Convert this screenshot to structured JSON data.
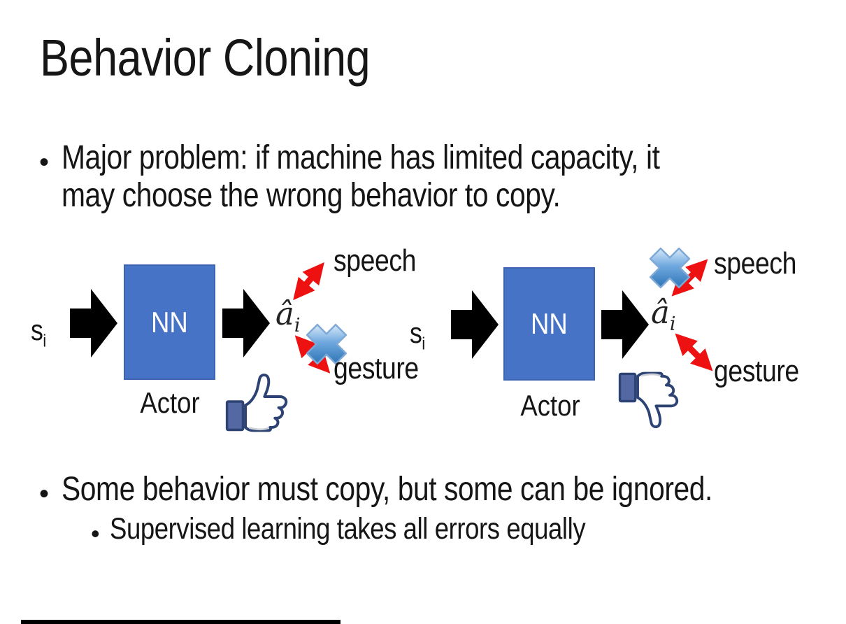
{
  "slide": {
    "title": "Behavior Cloning",
    "bullet_marker": "•",
    "bullets": {
      "b1_line1": "Major problem: if machine has limited capacity, it",
      "b1_line2": "may choose the wrong behavior to copy.",
      "b2": "Some behavior must copy, but some can be ignored.",
      "b3": "Supervised learning takes all errors equally"
    },
    "diagram_left": {
      "input": "s",
      "input_sub": "i",
      "box_label": "NN",
      "output": "â",
      "output_sub": "i",
      "speech_label": "speech",
      "gesture_label": "gesture",
      "actor_label": "Actor",
      "crossed_out": "gesture",
      "feedback_icon": "thumbs-up-icon"
    },
    "diagram_right": {
      "input": "s",
      "input_sub": "i",
      "box_label": "NN",
      "output": "â",
      "output_sub": "i",
      "speech_label": "speech",
      "gesture_label": "gesture",
      "actor_label": "Actor",
      "crossed_out": "speech",
      "feedback_icon": "thumbs-down-icon"
    },
    "colors": {
      "nn_box_fill": "#4673C5",
      "nn_box_border": "#3D64AE",
      "flow_arrow": "#000000",
      "relation_arrow_red": "#EE1111",
      "cross_icon_blue": "#2E75B6",
      "thumb_outline_navy": "#2D4373",
      "thumb_cuff": "#5468A3",
      "bottom_bar": "#000000",
      "text": "#151515"
    }
  }
}
